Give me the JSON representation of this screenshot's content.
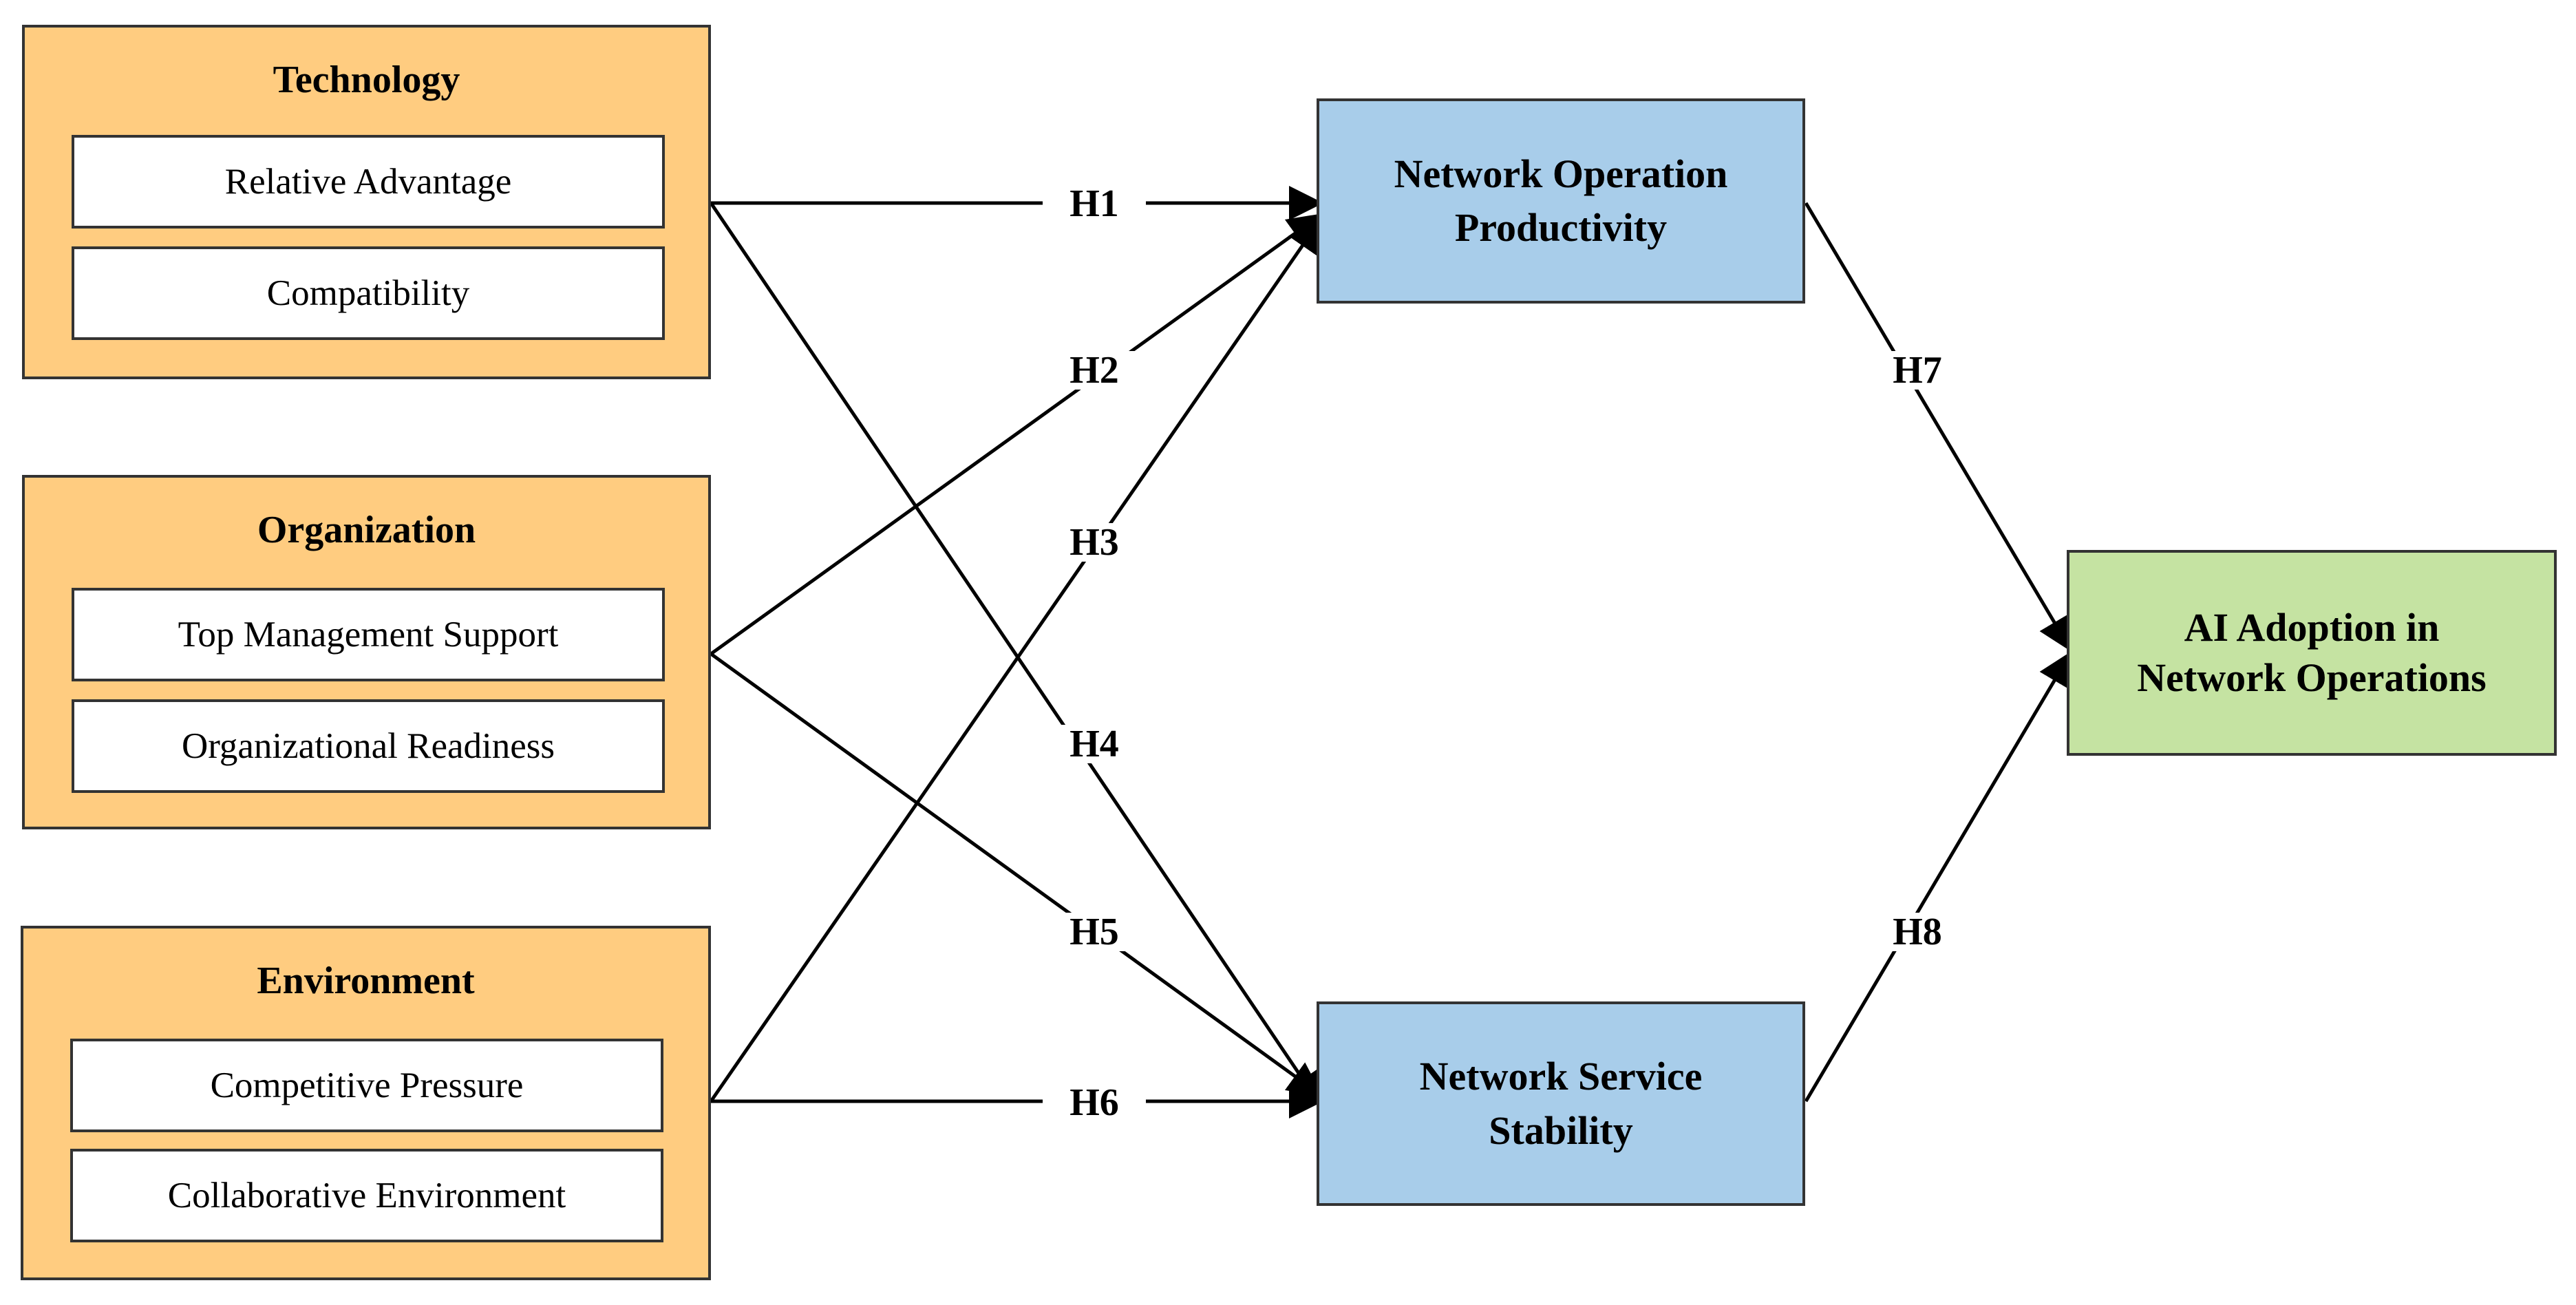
{
  "groups": [
    {
      "title": "Technology",
      "items": [
        "Relative Advantage",
        "Compatibility"
      ]
    },
    {
      "title": "Organization",
      "items": [
        "Top Management Support",
        "Organizational Readiness"
      ]
    },
    {
      "title": "Environment",
      "items": [
        "Competitive Pressure",
        "Collaborative Environment"
      ]
    }
  ],
  "constructs": {
    "productivity": {
      "line1": "Network Operation",
      "line2": "Productivity"
    },
    "stability": {
      "line1": "Network Service",
      "line2": "Stability"
    },
    "adoption": {
      "line1": "AI Adoption in",
      "line2": "Network Operations"
    }
  },
  "hypotheses": [
    "H1",
    "H2",
    "H3",
    "H4",
    "H5",
    "H6",
    "H7",
    "H8"
  ],
  "colors": {
    "group_fill": "#ffcc80",
    "mediator_fill": "#a8cdea",
    "outcome_fill": "#c5e3a2",
    "line": "#000000"
  }
}
